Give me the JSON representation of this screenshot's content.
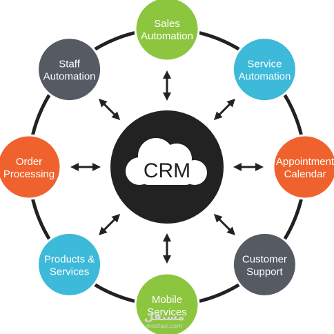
{
  "center": {
    "label": "CRM",
    "icon": "cloud-icon"
  },
  "nodes": [
    {
      "id": "sales-automation",
      "lines": [
        "Sales",
        "Automation"
      ],
      "color": "#8cc63f"
    },
    {
      "id": "service-automation",
      "lines": [
        "Service",
        "Automation"
      ],
      "color": "#3db9d9"
    },
    {
      "id": "appointment-calendar",
      "lines": [
        "Appointment",
        "Calendar"
      ],
      "color": "#f0622d"
    },
    {
      "id": "customer-support",
      "lines": [
        "Customer",
        "Support"
      ],
      "color": "#555a63"
    },
    {
      "id": "mobile-services",
      "lines": [
        "Mobile",
        "Services"
      ],
      "color": "#8cc63f"
    },
    {
      "id": "products-services",
      "lines": [
        "Products &",
        "Services"
      ],
      "color": "#3db9d9"
    },
    {
      "id": "order-processing",
      "lines": [
        "Order",
        "Processing"
      ],
      "color": "#f0622d"
    },
    {
      "id": "staff-automation",
      "lines": [
        "Staff",
        "Automation"
      ],
      "color": "#555a63"
    }
  ],
  "colors": {
    "ring": "#222222",
    "hub": "#222222",
    "arrow": "#222222",
    "cloud": "#ffffff"
  },
  "watermark": {
    "text": "مستقل",
    "sub": "mostaql.com"
  }
}
